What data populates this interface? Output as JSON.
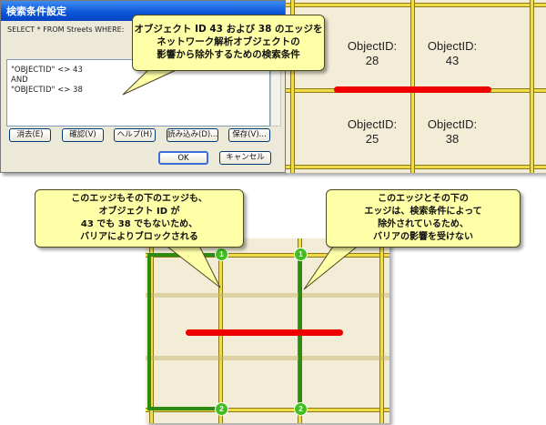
{
  "dialog": {
    "title": "検索条件設定",
    "sql_prefix": "SELECT * FROM Streets WHERE:",
    "query_lines": [
      "\"OBJECTID\" <> 43",
      "AND",
      "\"OBJECTID\" <> 38"
    ],
    "buttons": {
      "clear": "消去(E)",
      "verify": "確認(V)",
      "help": "ヘルプ(H)",
      "load": "読み込み(D)...",
      "save": "保存(V)...",
      "ok": "OK",
      "cancel": "キャンセル"
    }
  },
  "map_top": {
    "labels": {
      "oid_28": "ObjectID:\n28",
      "oid_43": "ObjectID:\n43",
      "oid_25": "ObjectID:\n25",
      "oid_38": "ObjectID:\n38"
    }
  },
  "map_bottom": {
    "badges": [
      "1",
      "1",
      "2",
      "2"
    ]
  },
  "callouts": {
    "top": "オブジェクト ID 43 および 38 のエッジを\nネットワーク解析オブジェクトの\n影響から除外するための検索条件",
    "left": "このエッジもその下のエッジも、\nオブジェクト ID が\n43 でも 38 でもないため、\nバリアによりブロックされる",
    "right": "このエッジとその下の\nエッジは、検索条件によって\n除外されているため、\nバリアの影響を受けない"
  },
  "colors": {
    "map_background": "#f3edd7",
    "road": "#f0dc4a",
    "barrier": "#ee0000",
    "route": "#2e8b12",
    "callout": "#ffffa8",
    "titlebar": "#0a53d8"
  }
}
